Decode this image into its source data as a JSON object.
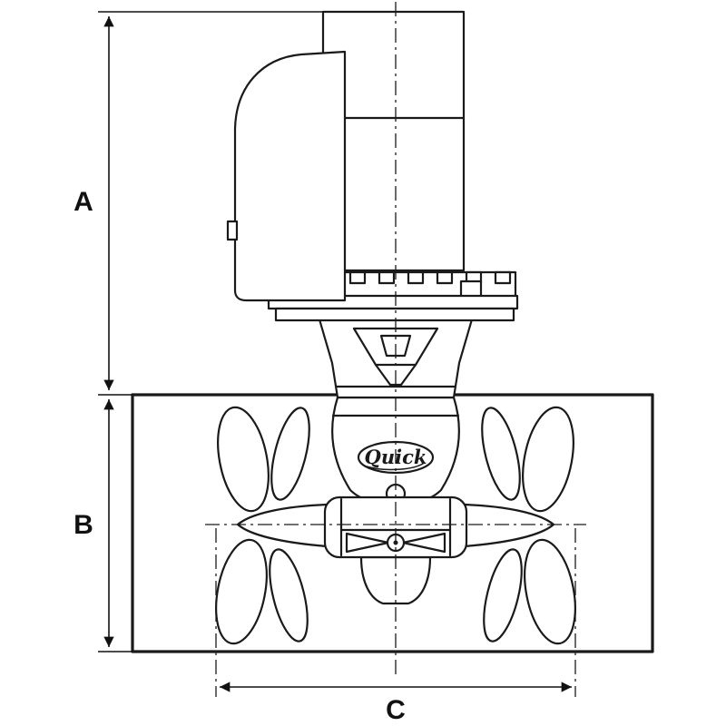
{
  "labels": {
    "dimension_a": "A",
    "dimension_b": "B",
    "dimension_c": "C"
  },
  "brand": {
    "logo_text": "Quick"
  },
  "colors": {
    "line": "#1a1a1a",
    "background": "#ffffff"
  }
}
